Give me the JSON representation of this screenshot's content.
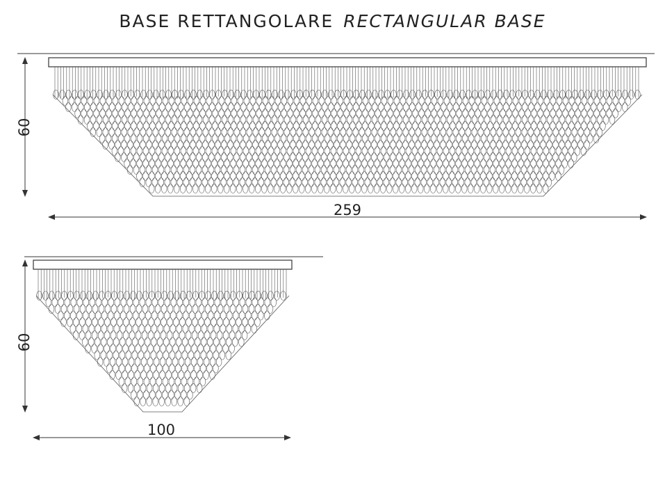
{
  "title": {
    "italian": "BASE RETTANGOLARE",
    "english": "RECTANGULAR BASE"
  },
  "views": [
    {
      "id": "front",
      "height_label": "60",
      "width_label": "259"
    },
    {
      "id": "side",
      "height_label": "60",
      "width_label": "100"
    }
  ],
  "colors": {
    "line": "#333333",
    "ceiling": "#9a9a9a",
    "crystal": "#555555"
  }
}
